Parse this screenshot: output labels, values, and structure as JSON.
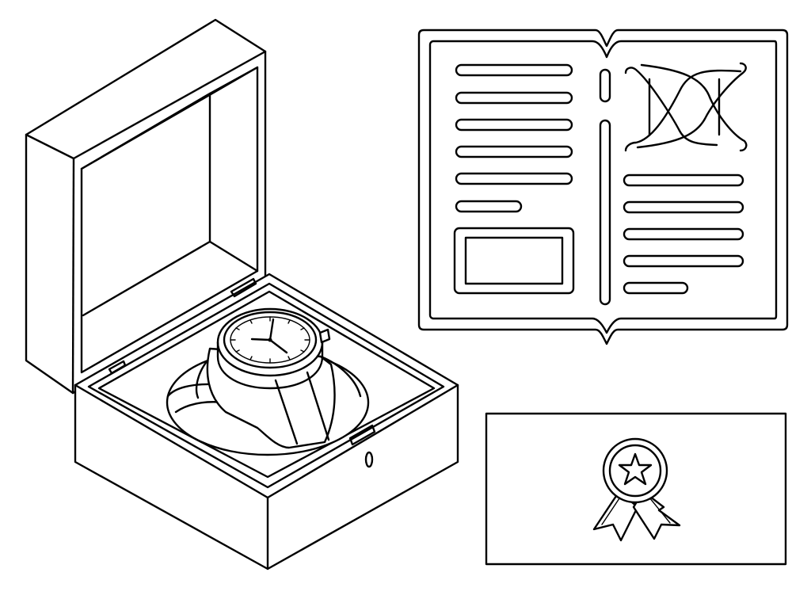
{
  "illustration": {
    "style": "black line art on white background",
    "colors": {
      "stroke": "#000000",
      "background": "#ffffff"
    },
    "objects": [
      "watch-box",
      "wristwatch",
      "instruction-booklet",
      "warranty-card"
    ],
    "icons": [
      "award-ribbon-icon",
      "star-icon",
      "dna-helix-icon"
    ]
  }
}
